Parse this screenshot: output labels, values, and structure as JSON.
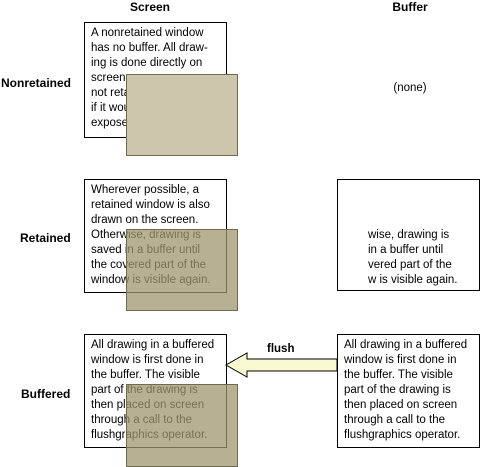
{
  "columns": {
    "screen": "Screen",
    "buffer": "Buffer"
  },
  "rows": {
    "nonretained": {
      "label": "Nonretained",
      "screen_lines": [
        "A nonretained window",
        "has no buffer. All draw-",
        "ing is done directly on",
        "screen",
        "not retained",
        "if it would",
        "expose"
      ],
      "buffer_text": "(none)"
    },
    "retained": {
      "label": "Retained",
      "screen_lines": [
        "Wherever possible, a",
        "retained window is also",
        "drawn on the screen.",
        "Otherwise, drawing is",
        "saved in a buffer until",
        "the covered part of the",
        "window is visible again."
      ],
      "buffer_lines": [
        "wise, drawing is",
        "in a buffer until",
        "vered part of the",
        "w is visible again."
      ]
    },
    "buffered": {
      "label": "Buffered",
      "screen_lines": [
        "All drawing in a buffered",
        "window is first done in",
        "the buffer. The visible",
        "part of the drawing is",
        "then placed on screen",
        "through a call to the",
        "flushgraphics operator."
      ],
      "buffer_lines": [
        "All drawing in a buffered",
        "window is first done in",
        "the buffer. The visible",
        "part of the drawing is",
        "then placed on screen",
        "through a call to the",
        "flushgraphics operator."
      ]
    }
  },
  "flush_label": "flush",
  "colors": {
    "overlap_fill": "#cdc6ad",
    "overlap_border": "#6f6a4e",
    "arrow_fill": "#fafad2"
  }
}
